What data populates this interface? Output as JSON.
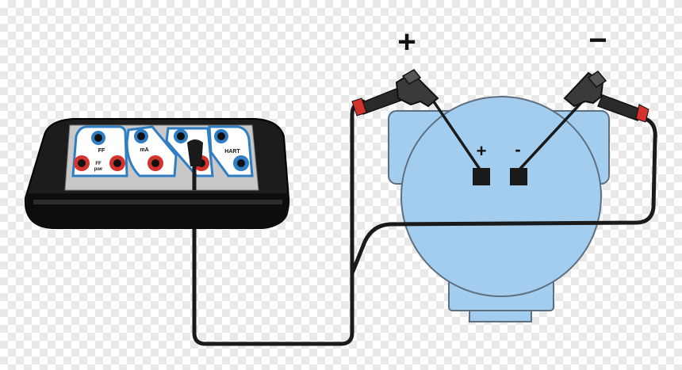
{
  "polarity": {
    "plus": "+",
    "minus": "−"
  },
  "transmitter": {
    "terminal_plus": "+",
    "terminal_minus": "-"
  },
  "calibrator": {
    "ports": {
      "ff": "FF",
      "ff_pwr_line1": "FF",
      "ff_pwr_line2": "pwr",
      "ma": "mA",
      "hart": "HART"
    }
  },
  "colors": {
    "device_body": "#a3cdef",
    "device_outline": "#5f6f80",
    "calibrator_body": "#1c1c1c",
    "panel": "#c8c8c8",
    "jack_blue": "#2f7ec4",
    "jack_red": "#d4332b",
    "wire": "#1a1a1a"
  }
}
